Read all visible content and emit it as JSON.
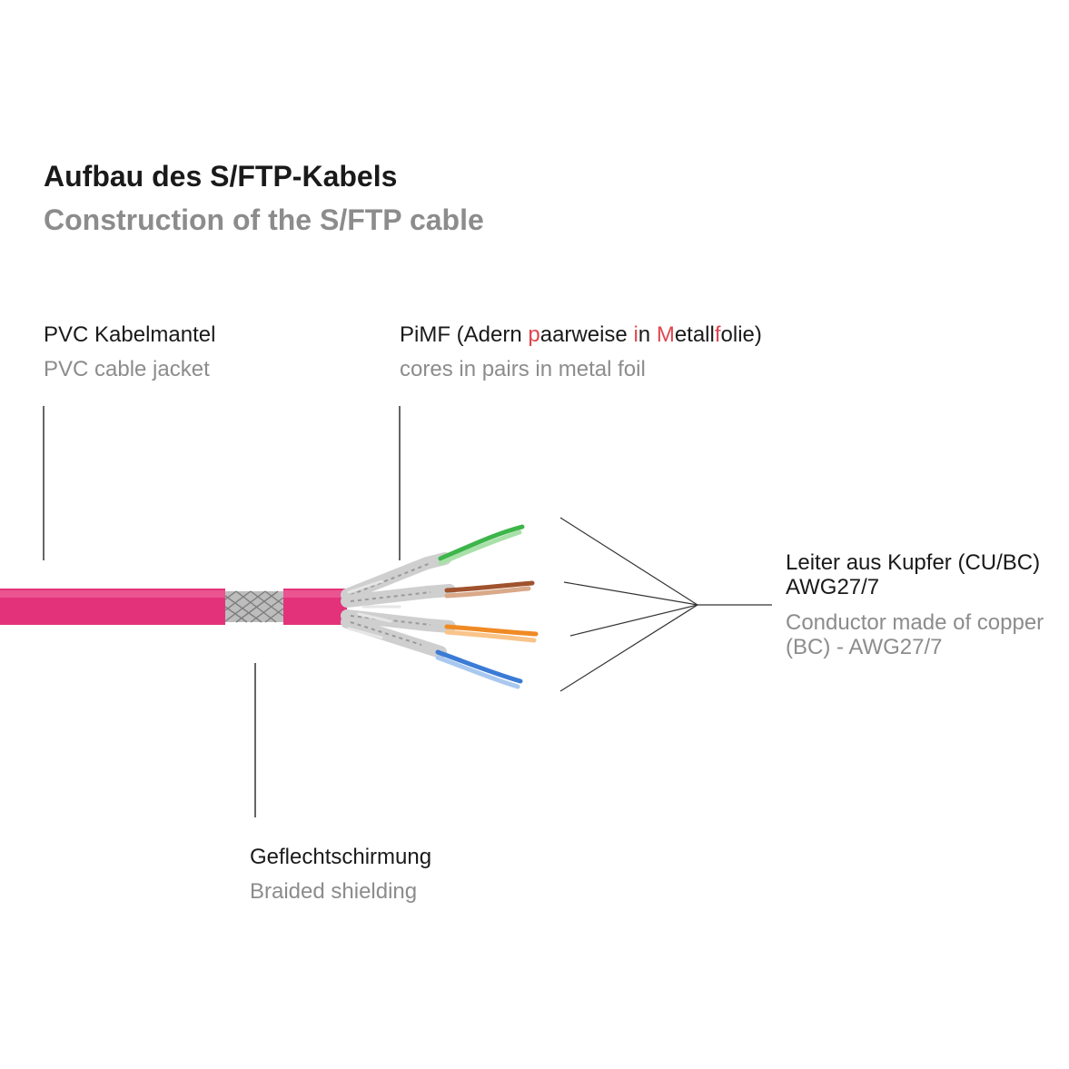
{
  "heading": {
    "de": "Aufbau des S/FTP-Kabels",
    "en": "Construction of the S/FTP cable"
  },
  "labels": {
    "jacket": {
      "de": "PVC Kabelmantel",
      "en": "PVC cable jacket"
    },
    "pimf": {
      "de_parts": [
        "PiMF (Adern ",
        "p",
        "aarweise ",
        "i",
        "n ",
        "M",
        "etall",
        "f",
        "olie)"
      ],
      "en": "cores in pairs in metal foil"
    },
    "conductor": {
      "de_line1": "Leiter aus Kupfer (CU/BC)",
      "de_line2": "AWG27/7",
      "en_line1": "Conductor made of copper",
      "en_line2": "(BC) - AWG27/7"
    },
    "braid": {
      "de": "Geflechtschirmung",
      "en": "Braided shielding"
    }
  },
  "colors": {
    "jacket": "#e4327a",
    "highlight": "#e0454f",
    "pair_green": "#3db54a",
    "pair_brown": "#a0522d",
    "pair_orange": "#f08a24",
    "pair_blue": "#3a7bd5",
    "foil": "#c9c9c9"
  }
}
